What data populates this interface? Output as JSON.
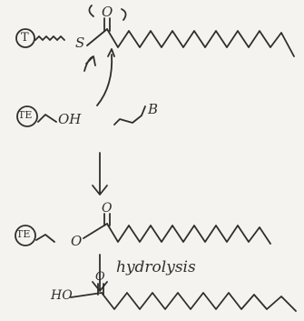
{
  "diagram": {
    "step1": {
      "domain_label": "T",
      "sulfur_label": "S",
      "oxygen_label": "O"
    },
    "step2": {
      "domain_label": "TE",
      "hydroxyl_label": "OH",
      "base_label": "B"
    },
    "step3": {
      "domain_label": "TE",
      "ester_oxygen_label": "O",
      "carbonyl_oxygen_label": "O"
    },
    "step4": {
      "arrow_label": "hydrolysis",
      "product_label": "HO",
      "carbonyl_oxygen_label": "O"
    }
  }
}
